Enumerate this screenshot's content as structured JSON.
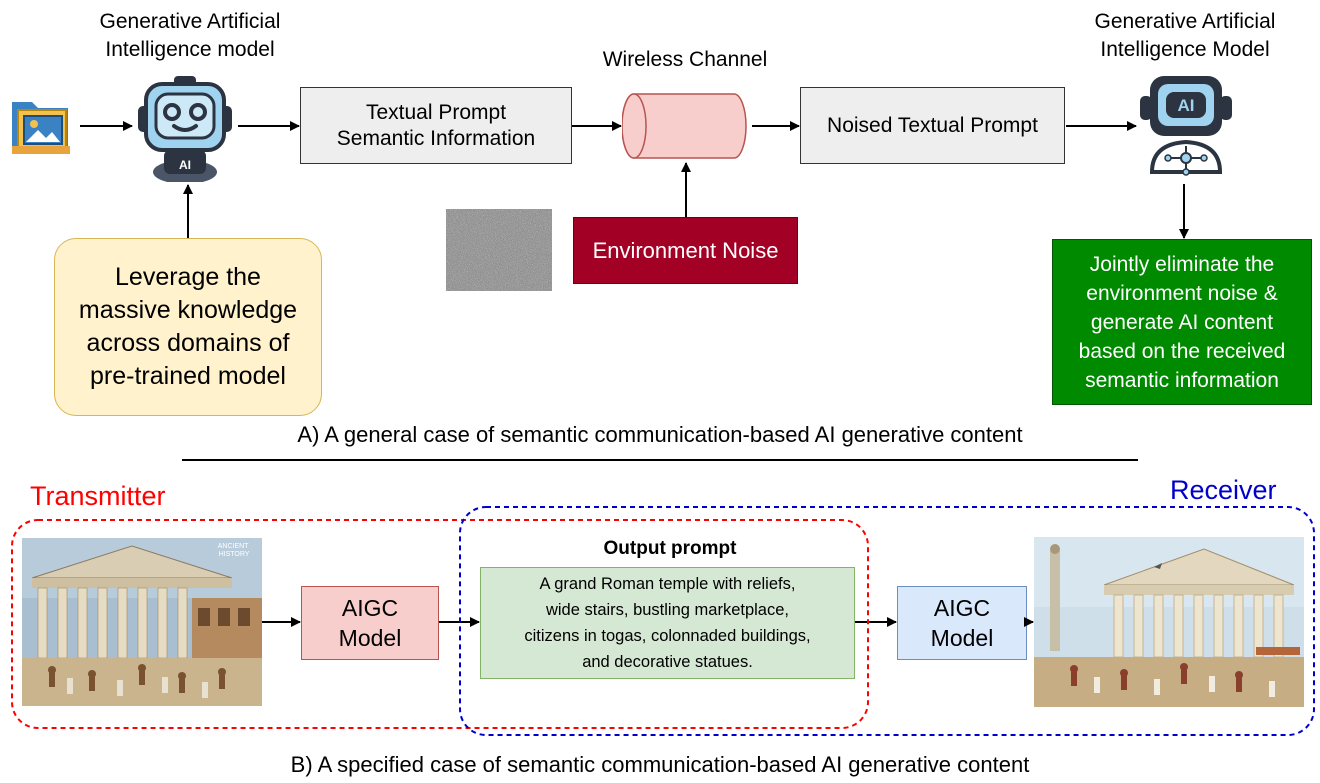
{
  "top": {
    "gen_model_left": "Generative Artificial\nIntelligence model",
    "wireless_channel": "Wireless Channel",
    "gen_model_right": "Generative Artificial\nIntelligence Model",
    "textual_prompt": "Textual Prompt\nSemantic Information",
    "noised_prompt": "Noised Textual Prompt",
    "environment_noise": "Environment Noise",
    "leverage": "Leverage the\nmassive knowledge\nacross domains of\npre-trained model",
    "jointly": "Jointly eliminate the\nenvironment noise &\ngenerate AI content\nbased on the received\nsemantic information",
    "robot_left_badge": "AI",
    "robot_right_badge": "AI",
    "caption": "A) A general case of semantic communication-based AI generative content"
  },
  "bottom": {
    "transmitter": "Transmitter",
    "receiver": "Receiver",
    "aigc_left": "AIGC\nModel",
    "aigc_right": "AIGC\nModel",
    "output_prompt_title": "Output prompt",
    "output_prompt_text": "A grand Roman temple with reliefs,\nwide stairs, bustling marketplace,\ncitizens in togas, colonnaded buildings,\nand decorative statues.",
    "image_watermark": "ANCIENT\nHISTORY",
    "caption": "B) A specified case of semantic communication-based AI generative content"
  },
  "colors": {
    "transmitter": "#ff0000",
    "receiver": "#0000cc",
    "green_box": "#008a00",
    "noise_box": "#a20025",
    "leverage_fill": "#fff2cc",
    "leverage_border": "#d6b656",
    "prompt_fill": "#d5e8d4",
    "prompt_border": "#82b366"
  }
}
